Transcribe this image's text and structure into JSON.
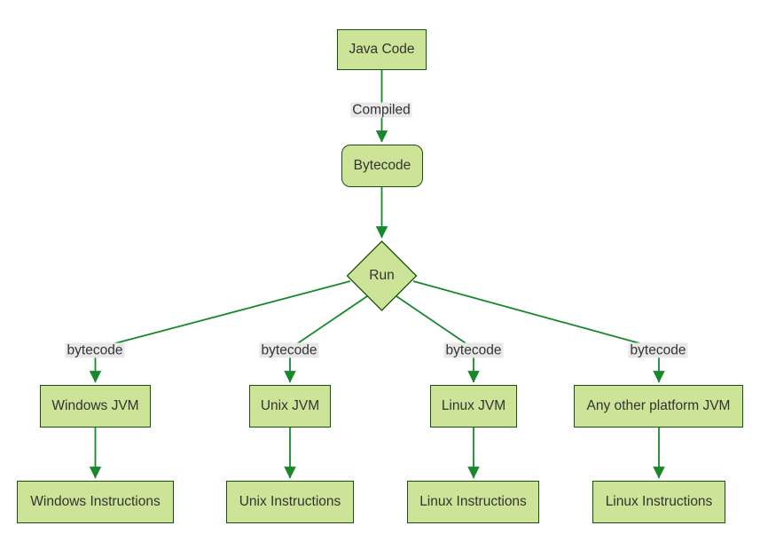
{
  "diagram_type": "flowchart",
  "colors": {
    "node_fill": "#cde498",
    "node_border": "#13540c",
    "edge_color": "#18882c",
    "edge_label_bg": "#e8e8e8",
    "text_color": "#333333",
    "background": "#ffffff"
  },
  "nodes": {
    "java_code": "Java Code",
    "bytecode": "Bytecode",
    "run": "Run",
    "windows_jvm": "Windows JVM",
    "unix_jvm": "Unix JVM",
    "linux_jvm": "Linux JVM",
    "other_jvm": "Any other platform JVM",
    "windows_instructions": "Windows Instructions",
    "unix_instructions": "Unix Instructions",
    "linux_instructions": "Linux Instructions",
    "other_instructions": "Linux Instructions"
  },
  "edge_labels": {
    "compiled": "Compiled",
    "bytecode_1": "bytecode",
    "bytecode_2": "bytecode",
    "bytecode_3": "bytecode",
    "bytecode_4": "bytecode"
  },
  "edges": [
    {
      "from": "Java Code",
      "to": "Bytecode",
      "label": "Compiled"
    },
    {
      "from": "Bytecode",
      "to": "Run",
      "label": ""
    },
    {
      "from": "Run",
      "to": "Windows JVM",
      "label": "bytecode"
    },
    {
      "from": "Run",
      "to": "Unix JVM",
      "label": "bytecode"
    },
    {
      "from": "Run",
      "to": "Linux JVM",
      "label": "bytecode"
    },
    {
      "from": "Run",
      "to": "Any other platform JVM",
      "label": "bytecode"
    },
    {
      "from": "Windows JVM",
      "to": "Windows Instructions",
      "label": ""
    },
    {
      "from": "Unix JVM",
      "to": "Unix Instructions",
      "label": ""
    },
    {
      "from": "Linux JVM",
      "to": "Linux Instructions",
      "label": ""
    },
    {
      "from": "Any other platform JVM",
      "to": "Linux Instructions",
      "label": ""
    }
  ]
}
